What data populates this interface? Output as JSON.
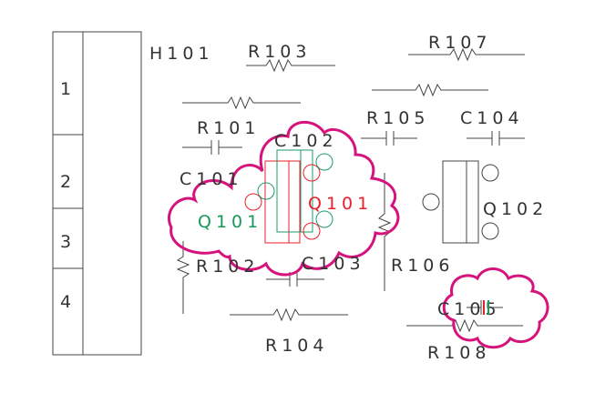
{
  "header": {
    "pins": [
      "1",
      "2",
      "3",
      "4"
    ]
  },
  "labels": {
    "h101": "H101",
    "r101": "R101",
    "r102": "R102",
    "r103": "R103",
    "r104": "R104",
    "r105": "R105",
    "r106": "R106",
    "r107": "R107",
    "r108": "R108",
    "c101": "C101",
    "c102": "C102",
    "c103": "C103",
    "c104": "C104",
    "c105": "C105",
    "q101_front": "Q101",
    "q101_back": "Q101",
    "q102": "Q102"
  },
  "colors": {
    "highlight": "#d6127c",
    "front": "#e8202a",
    "back": "#149a5a",
    "ink": "#333333"
  }
}
